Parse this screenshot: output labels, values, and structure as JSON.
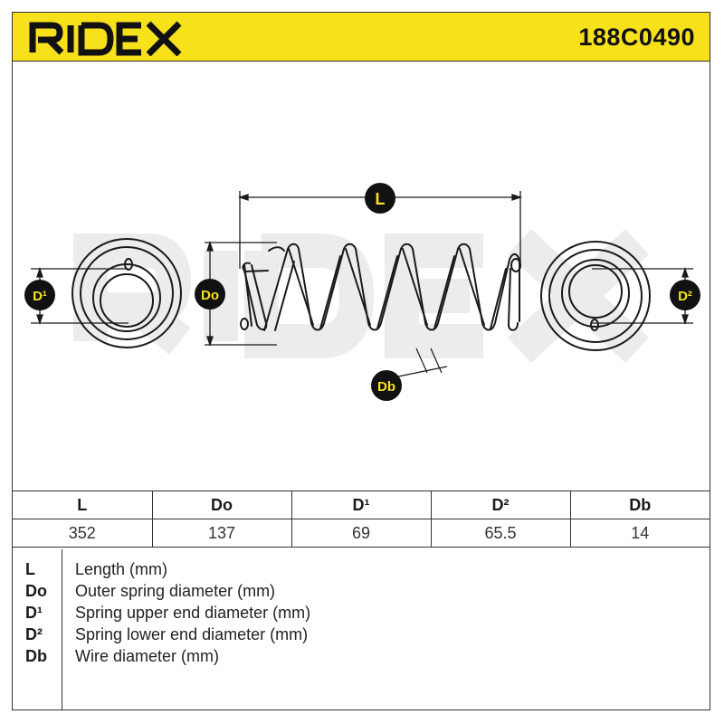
{
  "header": {
    "brand": "RIDEX",
    "part_number": "188C0490",
    "background_color": "#f7e11b"
  },
  "diagram": {
    "watermark": "RIDEX",
    "labels": {
      "length": "L",
      "outer_diameter": "Do",
      "upper_end_diameter": "D¹",
      "lower_end_diameter": "D²",
      "wire_diameter": "Db"
    },
    "badge_color": "#111111",
    "badge_text_color": "#f7e11b"
  },
  "spec_table": {
    "headers": [
      "L",
      "Do",
      "D¹",
      "D²",
      "Db"
    ],
    "values": [
      "352",
      "137",
      "69",
      "65.5",
      "14"
    ]
  },
  "legend": [
    {
      "code": "L",
      "description": "Length (mm)"
    },
    {
      "code": "Do",
      "description": "Outer spring diameter (mm)"
    },
    {
      "code": "D¹",
      "description": "Spring upper end diameter (mm)"
    },
    {
      "code": "D²",
      "description": "Spring lower end diameter (mm)"
    },
    {
      "code": "Db",
      "description": "Wire diameter (mm)"
    }
  ]
}
